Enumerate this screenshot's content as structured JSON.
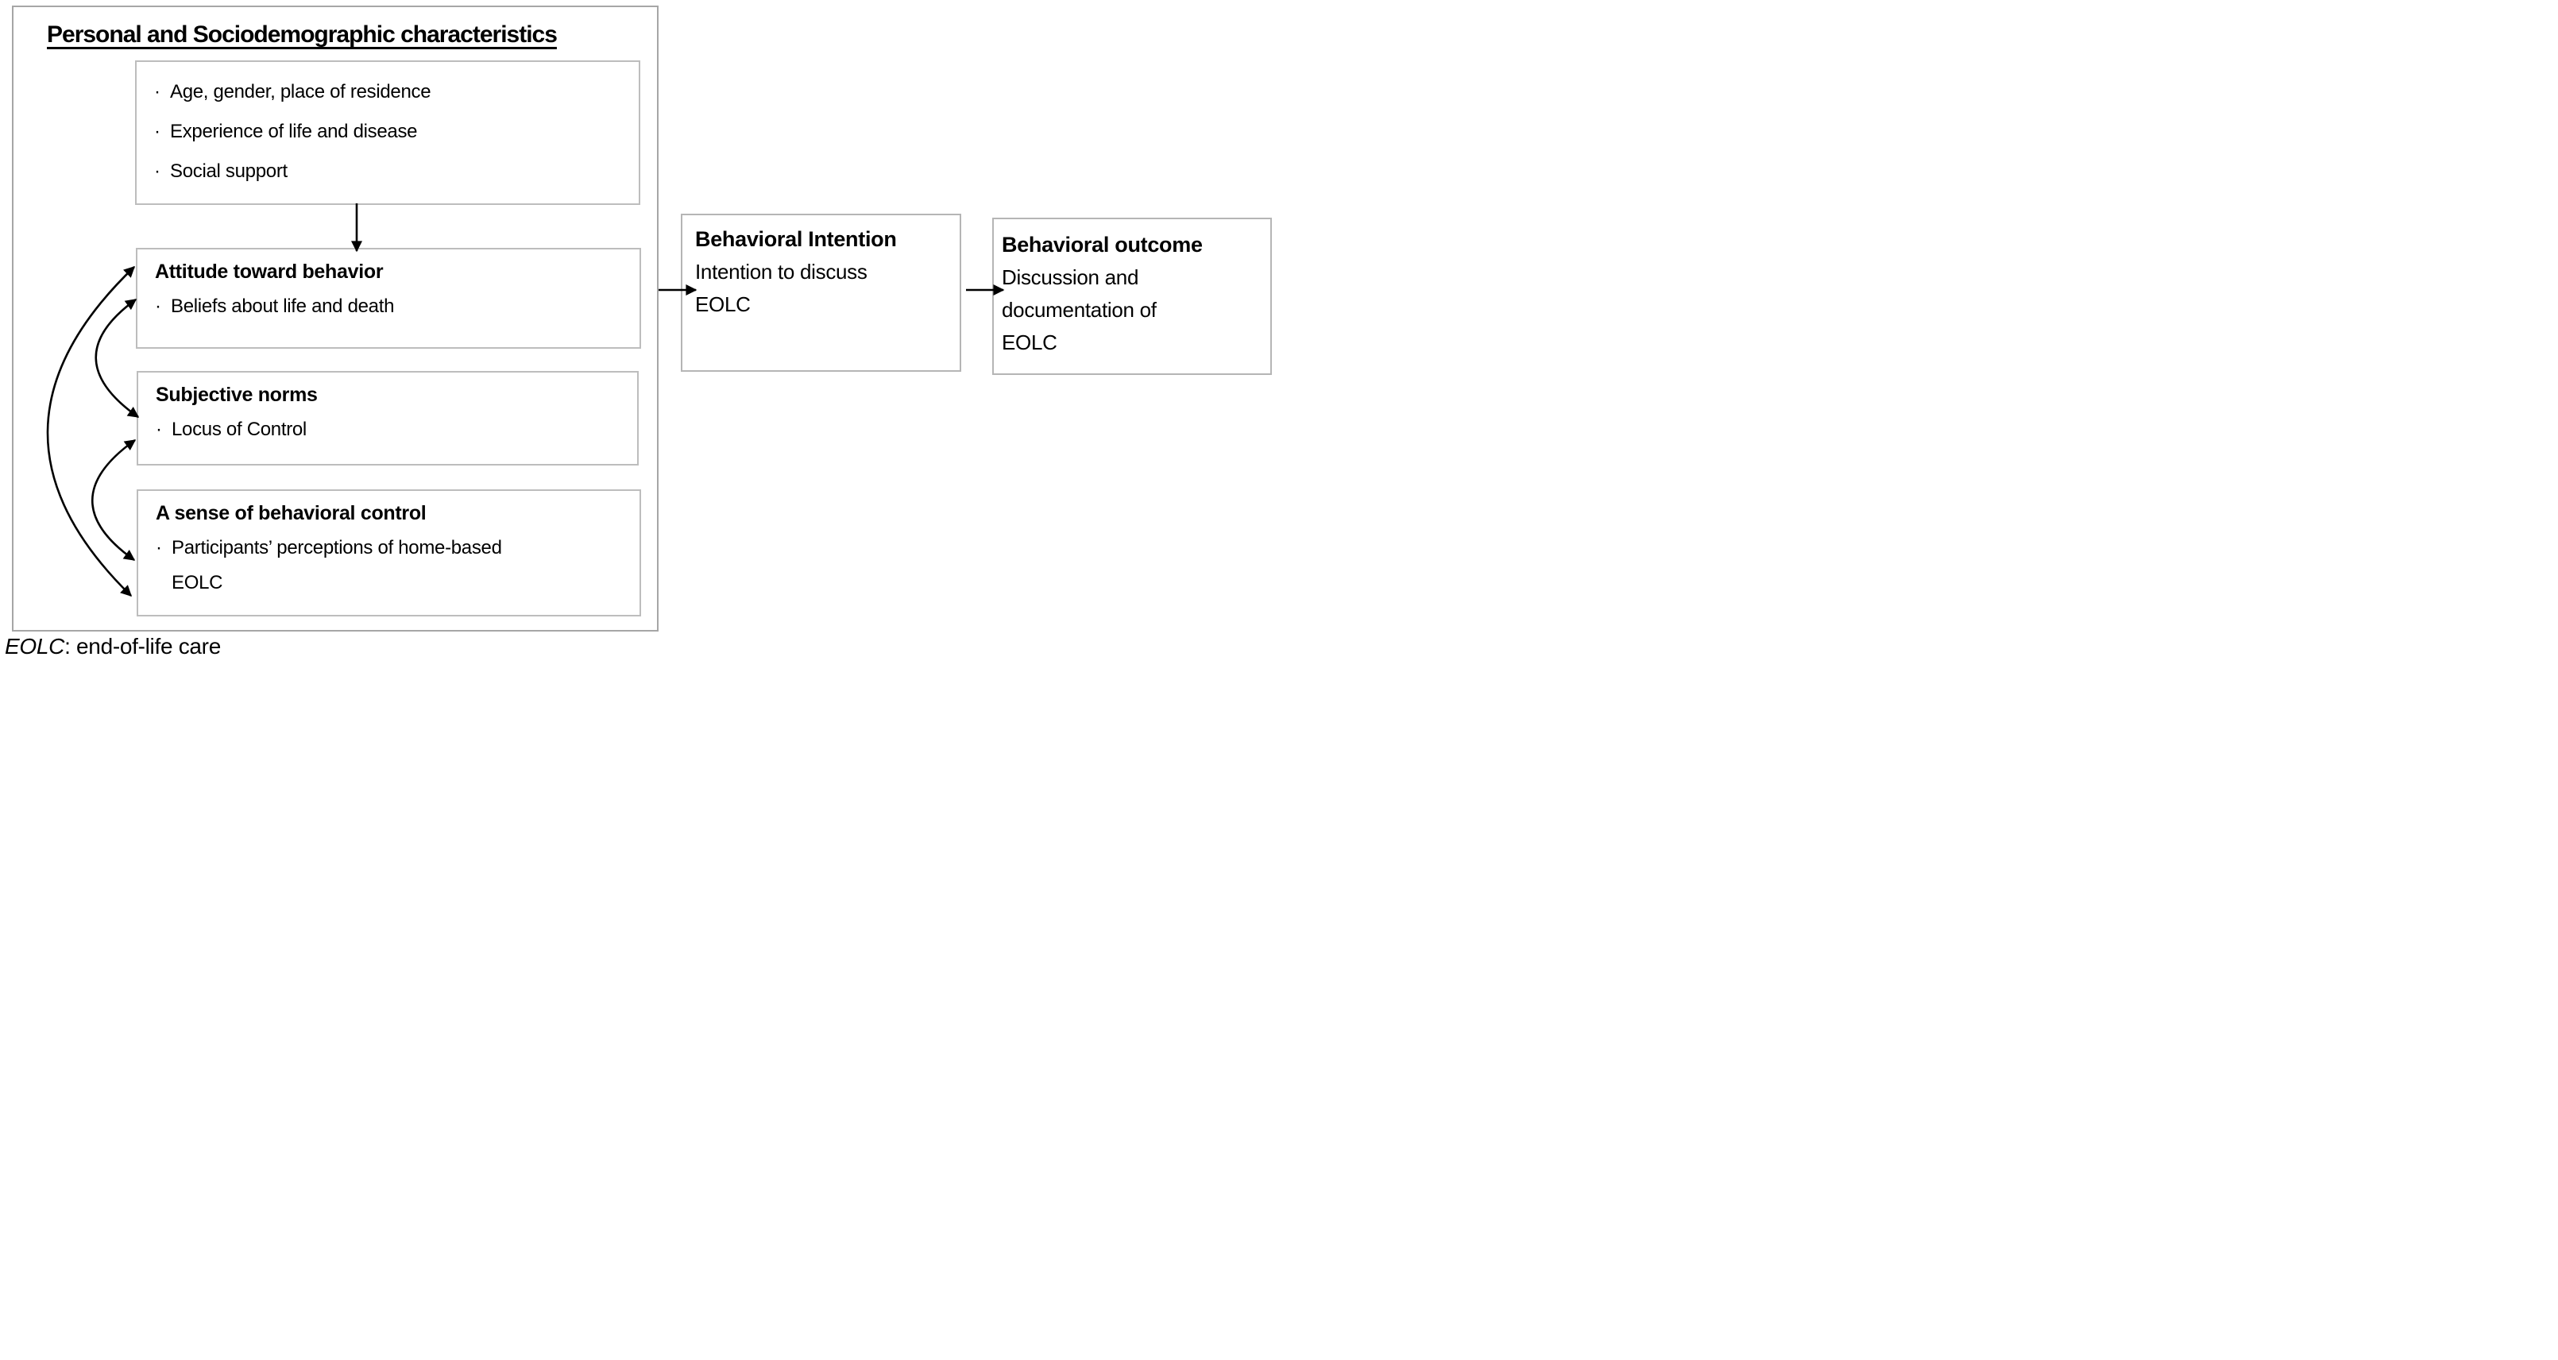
{
  "colors": {
    "background": "#ffffff",
    "outer_border": "#a6a6a6",
    "inner_border": "#bdbdbd",
    "right_border": "#b5b5b5",
    "text": "#000000",
    "arrow": "#000000"
  },
  "bullet": "·",
  "outer_box": {
    "title": "Personal and Sociodemographic characteristics"
  },
  "demographics_box": {
    "items": [
      "Age, gender, place of residence",
      "Experience of life and disease",
      "Social support"
    ]
  },
  "attitude_box": {
    "title": "Attitude toward behavior",
    "items": [
      "Beliefs about life and death"
    ]
  },
  "norms_box": {
    "title": "Subjective norms",
    "items": [
      "Locus of Control"
    ]
  },
  "control_box": {
    "title": "A sense of behavioral control",
    "items": [
      "Participants’ perceptions of home-based EOLC"
    ]
  },
  "intention_box": {
    "title": "Behavioral Intention",
    "body": "Intention to discuss EOLC"
  },
  "outcome_box": {
    "title": "Behavioral outcome",
    "body": "Discussion and documentation of EOLC"
  },
  "caption": {
    "abbr": "EOLC",
    "rest": ": end-of-life care"
  }
}
